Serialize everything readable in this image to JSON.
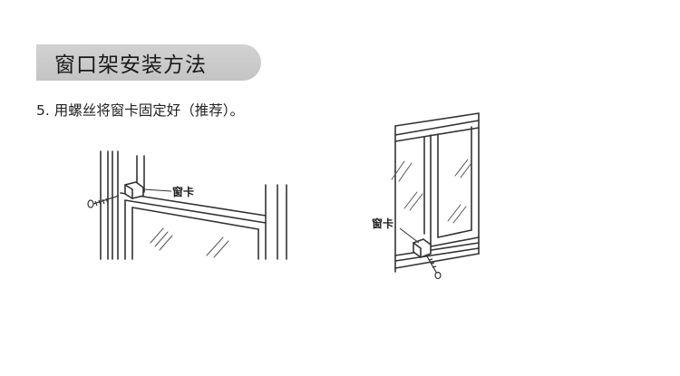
{
  "header": {
    "title": "窗口架安装方法"
  },
  "step": {
    "text": "5. 用螺丝将窗卡固定好（推荐）。"
  },
  "figures": {
    "left": {
      "label": "窗卡"
    },
    "right": {
      "label": "窗卡"
    }
  }
}
